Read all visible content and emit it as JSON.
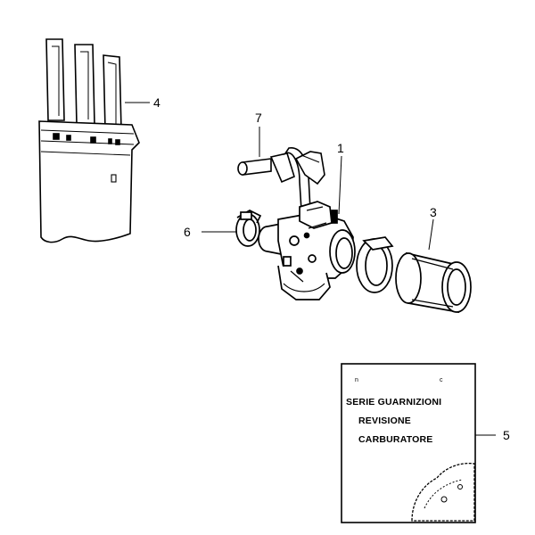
{
  "diagram": {
    "callouts": {
      "p1": "1",
      "p3": "3",
      "p4": "4",
      "p5": "5",
      "p6": "6",
      "p7": "7"
    },
    "kit_card": {
      "corner_left": "n",
      "corner_right": "c",
      "line1": "SERIE GUARNIZIONI",
      "line2": "REVISIONE",
      "line3": "CARBURATORE"
    }
  }
}
